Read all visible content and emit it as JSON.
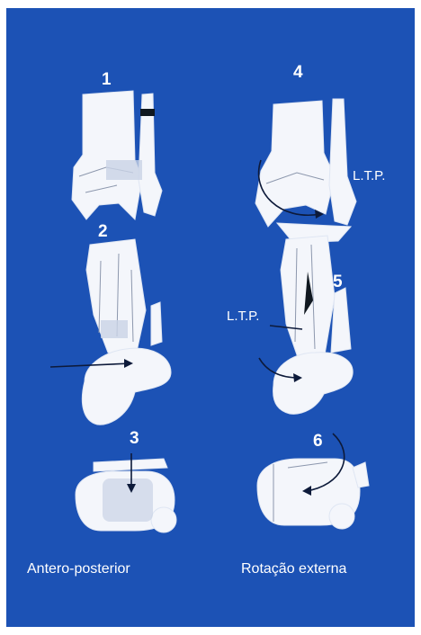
{
  "figure": {
    "background": "#1c52b5",
    "bone_color": "#f4f6fb",
    "stages": [
      {
        "id": "1",
        "label": "1"
      },
      {
        "id": "2",
        "label": "2"
      },
      {
        "id": "3",
        "label": "3"
      },
      {
        "id": "4",
        "label": "4"
      },
      {
        "id": "5",
        "label": "5"
      },
      {
        "id": "6",
        "label": "6"
      }
    ],
    "annotations": {
      "ltp_top": "L.T.P.",
      "ltp_mid": "L.T.P."
    },
    "captions": {
      "left": "Antero-posterior",
      "right": "Rotação externa"
    }
  }
}
